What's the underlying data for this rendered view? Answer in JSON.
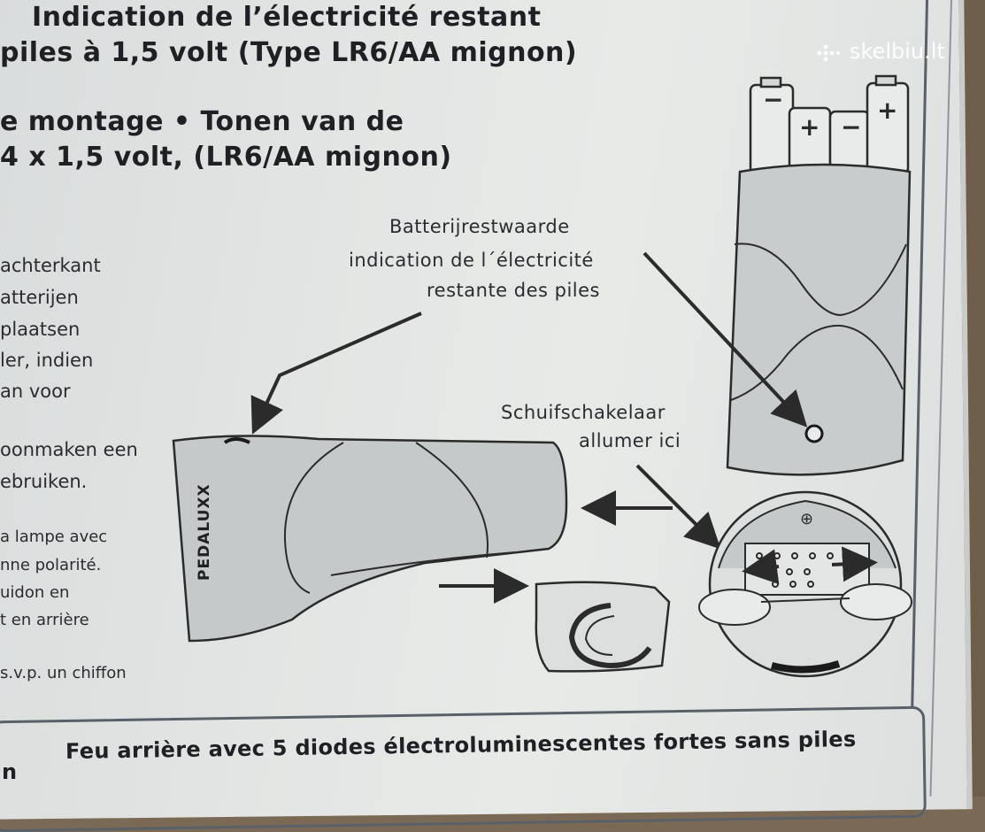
{
  "header": {
    "line1": "Indication de l’électricité restant",
    "line2": "piles à 1,5 volt (Type LR6/AA mignon)",
    "line3": "e montage • Tonen van de",
    "line4": "4 x 1,5 volt, (LR6/AA mignon)"
  },
  "watermark": {
    "text": "skelbiu.lt"
  },
  "left_text": [
    "achterkant",
    "atterijen",
    "plaatsen",
    "ler, indien",
    "an voor",
    "oonmaken een",
    "ebruiken.",
    "a lampe avec",
    "nne polarité.",
    "uidon en",
    "t en arrière",
    "s.v.p. un chiffon"
  ],
  "labels": {
    "battery_line1": "Batterijrestwaarde",
    "battery_line2": "indication de l´électricité",
    "battery_line3": "restante des piles",
    "switch_line1": "Schuifschakelaar",
    "switch_line2": "allumer ici"
  },
  "lamp": {
    "brand": "PEDALUXX"
  },
  "battery_symbols": [
    "−",
    "+",
    "−",
    "+"
  ],
  "switch_symbol": "⊕",
  "footer": {
    "n": "n",
    "text": "Feu arrière avec 5 diodes électroluminescentes fortes sans piles"
  }
}
